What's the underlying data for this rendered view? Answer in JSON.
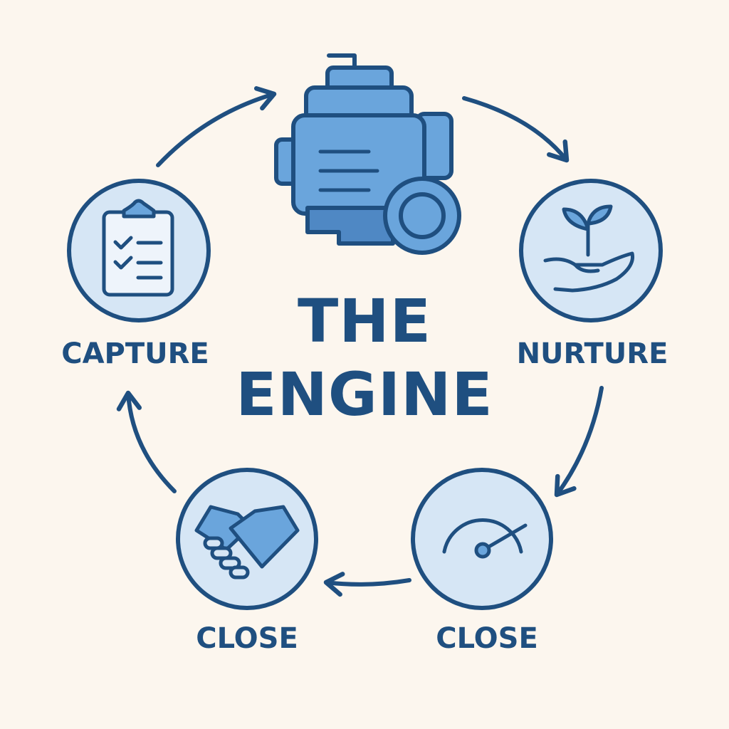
{
  "diagram": {
    "title_line1": "THE",
    "title_line2": "ENGINE",
    "center_icon": "engine-icon",
    "steps": [
      {
        "label": "CAPTURE",
        "icon": "clipboard-checklist-icon"
      },
      {
        "label": "NURTURE",
        "icon": "hand-sprout-icon"
      },
      {
        "label": "CLOSE",
        "icon": "gauge-icon"
      },
      {
        "label": "CLOSE",
        "icon": "handshake-icon"
      }
    ]
  },
  "colors": {
    "background": "#fcf6ee",
    "stroke": "#1f4f80",
    "circle_fill": "#d6e6f5",
    "engine_fill": "#6aa5dc",
    "engine_dark": "#4f88c4",
    "text": "#1f4f80"
  }
}
